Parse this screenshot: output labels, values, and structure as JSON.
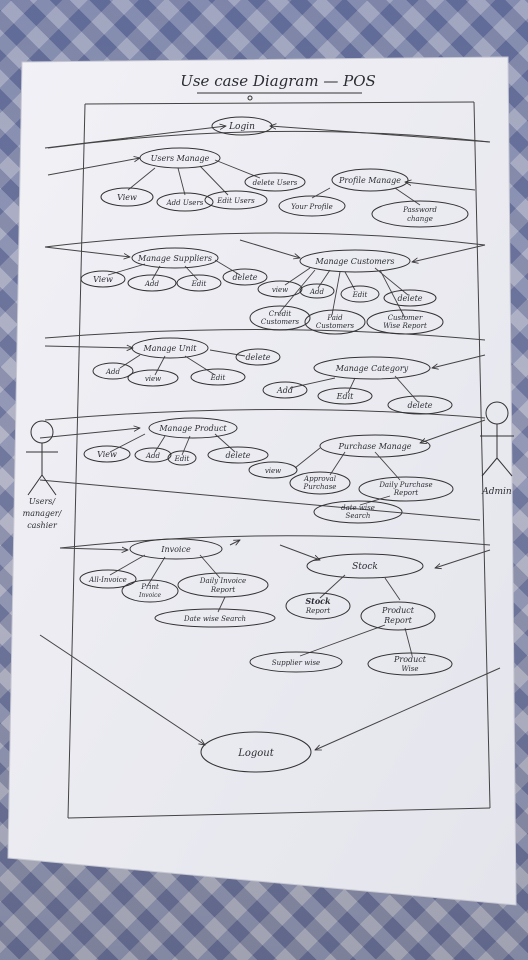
{
  "diagram": {
    "title": "Use case Diagram — POS",
    "actors": {
      "left": [
        "Users/",
        "manager/",
        "cashier"
      ],
      "right": "Admin"
    },
    "use_cases": {
      "login": "Login",
      "users_manage": "Users Manage",
      "view_users": "View",
      "add_users": "Add Users",
      "edit_users": "Edit Users",
      "delete_users": "delete Users",
      "profile_manage": "Profile Manage",
      "your_profile": "Your Profile",
      "password_change": [
        "Password",
        "change"
      ],
      "manage_suppliers": "Manage Suppliers",
      "sup_view": "View",
      "sup_add": "Add",
      "sup_edit": "Edit",
      "sup_delete": "delete",
      "manage_customers": "Manage Customers",
      "cus_view": "view",
      "cus_add": "Add",
      "cus_edit": "Edit",
      "cus_delete": "delete",
      "credit_customers": [
        "Credit",
        "Customers"
      ],
      "paid_customers": [
        "Paid",
        "Customers"
      ],
      "customer_wise_report": [
        "Customer",
        "Wise Report"
      ],
      "manage_unit": "Manage Unit",
      "unit_add": "Add",
      "unit_view": "view",
      "unit_edit": "Edit",
      "unit_delete": "delete",
      "manage_category": "Manage Category",
      "cat_add": "Add",
      "cat_edit": "Edit",
      "cat_delete": "delete",
      "manage_product": "Manage Product",
      "prod_view": "View",
      "prod_add": "Add",
      "prod_edit": "Edit",
      "prod_delete": "delete",
      "purchase_manage": "Purchase Manage",
      "pur_view": "view",
      "approval_purchase": [
        "Approval",
        "Purchase"
      ],
      "daily_purchase_report": [
        "Daily Purchase",
        "Report"
      ],
      "date_wise_search_pur": [
        "date wise",
        "Search"
      ],
      "invoice": "Invoice",
      "all_invoice": "All-Invoice",
      "print_invoice": [
        "Print",
        "Invoice"
      ],
      "daily_invoice_report": [
        "Daily Invoice",
        "Report"
      ],
      "date_wise_search_inv": "Date wise Search",
      "stock": "Stock",
      "stock_report": [
        "Stock",
        "Report"
      ],
      "product_report": [
        "Product",
        "Report"
      ],
      "supplier_wise": "Supplier wise",
      "product_wise": [
        "Product",
        "Wise"
      ],
      "logout": "Logout"
    }
  }
}
